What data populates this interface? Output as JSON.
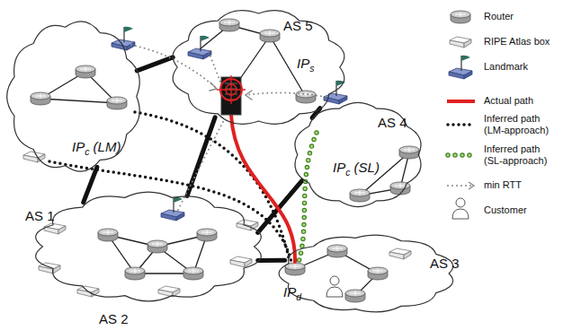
{
  "diagram": {
    "nodes": [
      {
        "text": [
          "AS 1",
          "IPc (LM)"
        ]
      },
      {
        "text": [
          "AS 5",
          "IPs"
        ]
      },
      {
        "text": [
          "AS 4",
          "IPc (SL)"
        ]
      },
      {
        "text": [
          "AS 2"
        ]
      },
      {
        "text": [
          "AS 3",
          "IPd"
        ]
      }
    ],
    "edges": [
      {
        "from": 0,
        "to": 1,
        "arrow": "none"
      },
      {
        "from": 0,
        "to": 3,
        "arrow": "none"
      },
      {
        "from": 1,
        "to": 3,
        "arrow": "none"
      },
      {
        "from": 1,
        "to": 2,
        "arrow": "none"
      },
      {
        "from": 3,
        "to": 2,
        "arrow": "none"
      },
      {
        "from": 3,
        "to": 4,
        "arrow": "none"
      }
    ],
    "legend": [
      {
        "text": "Router"
      },
      {
        "text": "RIPE Atlas box"
      },
      {
        "text": "Landmark"
      },
      {
        "text": "Actual path"
      },
      {
        "text": "Inferred path (LM-approach)"
      },
      {
        "text": "Inferred path (SL-approach)"
      },
      {
        "text": "min RTT"
      },
      {
        "text": "Customer"
      }
    ]
  }
}
